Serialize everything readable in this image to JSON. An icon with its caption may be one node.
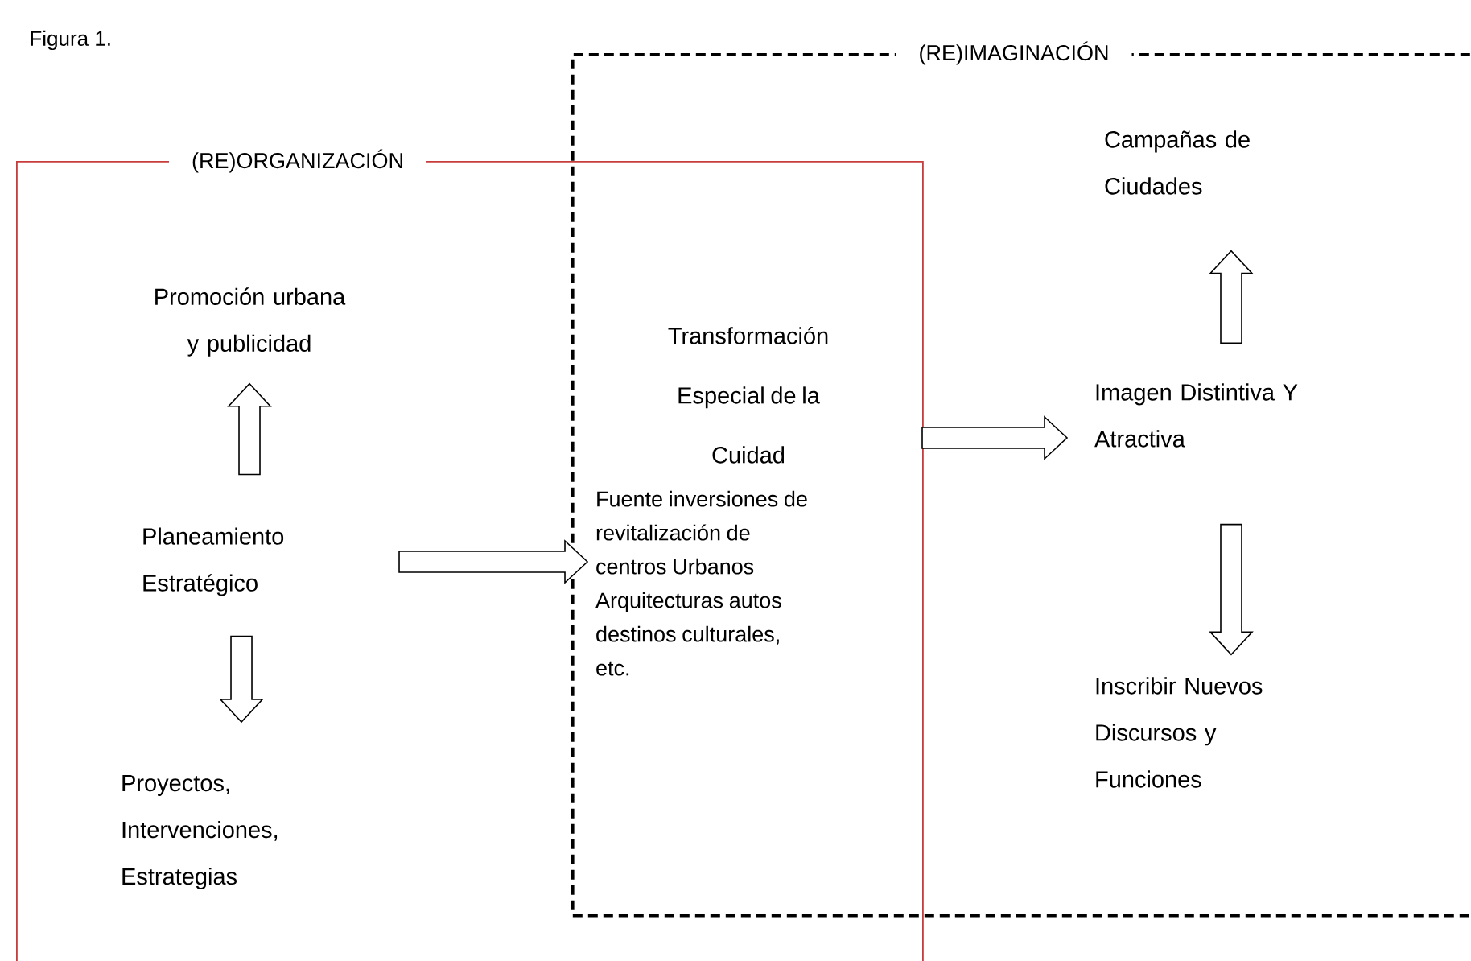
{
  "diagram": {
    "title": "Figura 1.",
    "nodes": [
      {
        "text": [
          "(RE)ORGANIZACIÓN"
        ]
      },
      {
        "text": [
          "(RE)IMAGINACIÓN"
        ]
      },
      {
        "text": [
          "Promoción urbana y publicidad"
        ],
        "in": 0
      },
      {
        "text": [
          "Planeamiento Estratégico"
        ],
        "in": 0
      },
      {
        "text": [
          "Proyectos, Intervenciones, Estrategias"
        ],
        "in": 0
      },
      {
        "text": [
          "Transformación Especial de la Cuidad",
          "Fuente inversiones de revitalización de centros Urbanos Arquitecturas autos destinos culturales, etc."
        ]
      },
      {
        "text": [
          "Campañas de Ciudades"
        ],
        "in": 1
      },
      {
        "text": [
          "Imagen Distintiva Y Atractiva"
        ],
        "in": 1
      },
      {
        "text": [
          "Inscribir Nuevos Discursos y Funciones"
        ],
        "in": 1
      }
    ],
    "edges": [
      {
        "from": 3,
        "to": 2,
        "arrow": "to"
      },
      {
        "from": 3,
        "to": 4,
        "arrow": "to"
      },
      {
        "from": 3,
        "to": 5,
        "arrow": "to"
      },
      {
        "from": 5,
        "to": 7,
        "arrow": "to"
      },
      {
        "from": 7,
        "to": 6,
        "arrow": "to"
      },
      {
        "from": 7,
        "to": 8,
        "arrow": "to"
      }
    ]
  }
}
